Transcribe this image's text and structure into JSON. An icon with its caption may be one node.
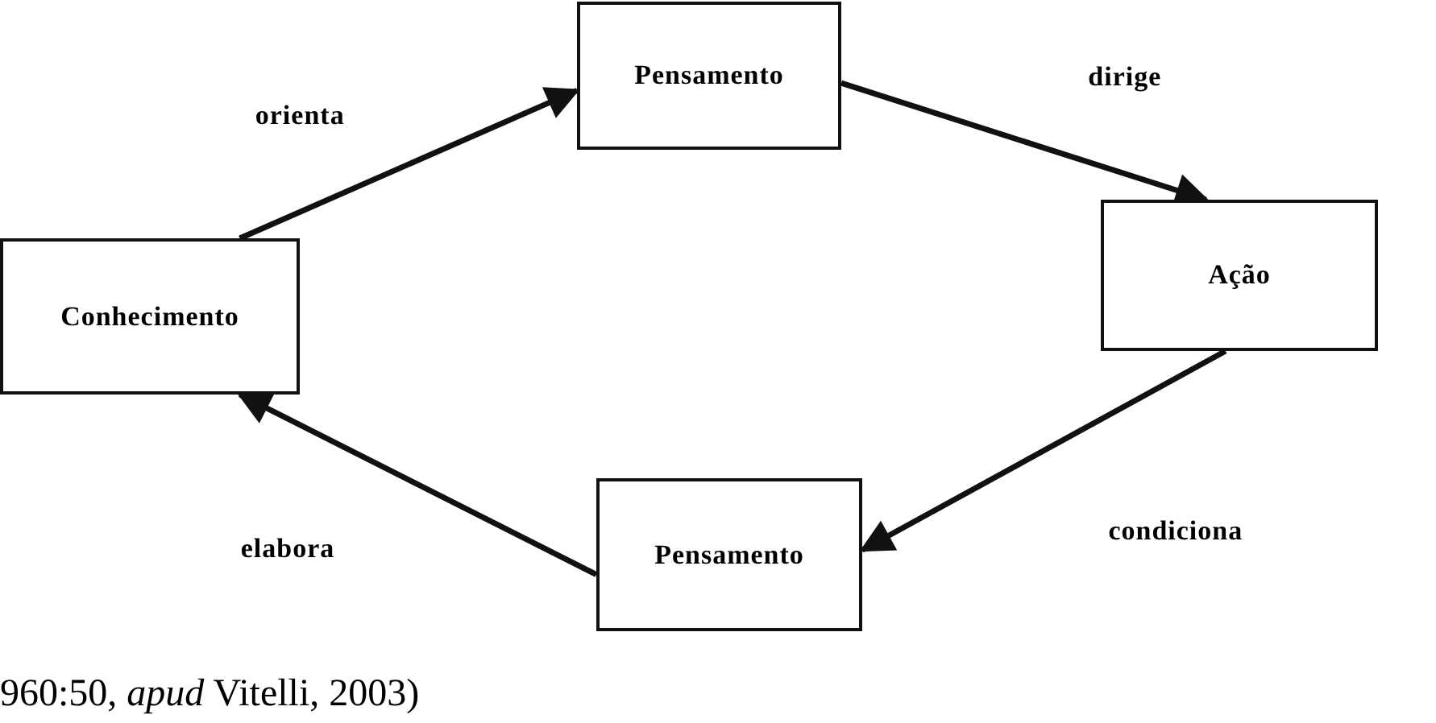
{
  "diagram": {
    "caption": "960:50, *apud* Vitelli, 2003)",
    "nodes": [
      {
        "text": [
          "Conhecimento"
        ]
      },
      {
        "text": [
          "Pensamento"
        ]
      },
      {
        "text": [
          "Ação"
        ]
      },
      {
        "text": [
          "Pensamento"
        ]
      }
    ],
    "edges": [
      {
        "from": 0,
        "to": 1,
        "arrow": "to",
        "label": "orienta"
      },
      {
        "from": 1,
        "to": 2,
        "arrow": "to",
        "label": "dirige"
      },
      {
        "from": 2,
        "to": 3,
        "arrow": "to",
        "label": "condiciona"
      },
      {
        "from": 3,
        "to": 0,
        "arrow": "to",
        "label": "elabora"
      }
    ]
  }
}
